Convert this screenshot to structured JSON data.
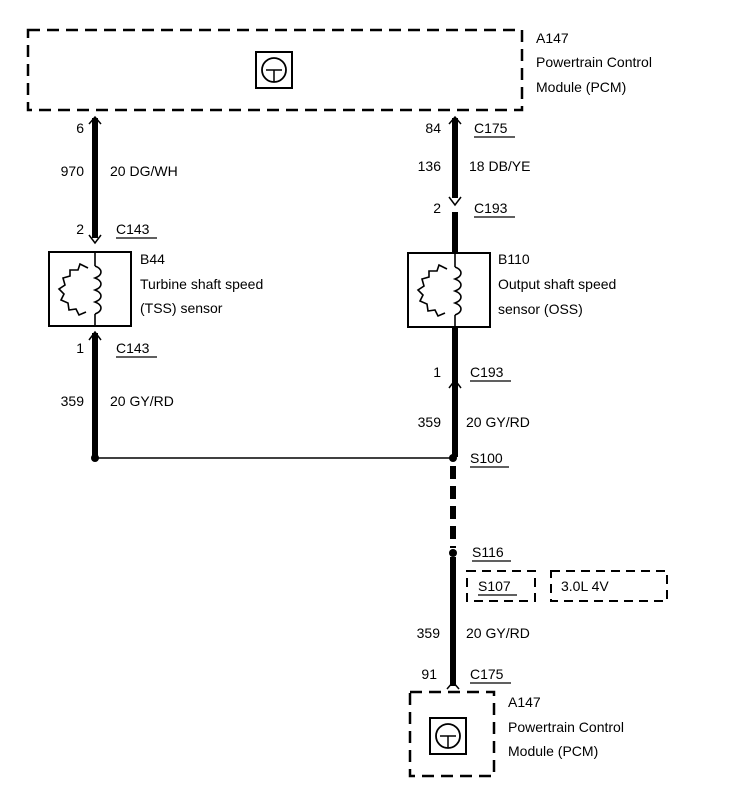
{
  "pcm_top": {
    "ref": "A147",
    "name_line1": "Powertrain Control",
    "name_line2": "Module (PCM)"
  },
  "left_branch": {
    "pcm_pin": "6",
    "circuit": "970",
    "wire": "20 DG/WH",
    "sensor_in_pin": "2",
    "sensor_in_connector": "C143",
    "sensor_ref": "B44",
    "sensor_line1": "Turbine shaft speed",
    "sensor_line2": "(TSS) sensor",
    "sensor_out_pin": "1",
    "sensor_out_connector": "C143",
    "return_circuit": "359",
    "return_wire": "20 GY/RD"
  },
  "right_branch": {
    "pcm_pin": "84",
    "pcm_connector": "C175",
    "circuit": "136",
    "wire": "18 DB/YE",
    "sensor_in_pin": "2",
    "sensor_in_connector": "C193",
    "sensor_ref": "B110",
    "sensor_line1": "Output shaft speed",
    "sensor_line2": "sensor (OSS)",
    "sensor_out_pin": "1",
    "sensor_out_connector": "C193",
    "return_circuit": "359",
    "return_wire": "20 GY/RD"
  },
  "splices": {
    "s100": "S100",
    "s116": "S116",
    "s107": "S107",
    "variant": "3.0L 4V"
  },
  "bottom_run": {
    "circuit": "359",
    "wire": "20 GY/RD",
    "pcm_pin": "91",
    "pcm_connector": "C175"
  },
  "pcm_bottom": {
    "ref": "A147",
    "name_line1": "Powertrain Control",
    "name_line2": "Module (PCM)"
  }
}
